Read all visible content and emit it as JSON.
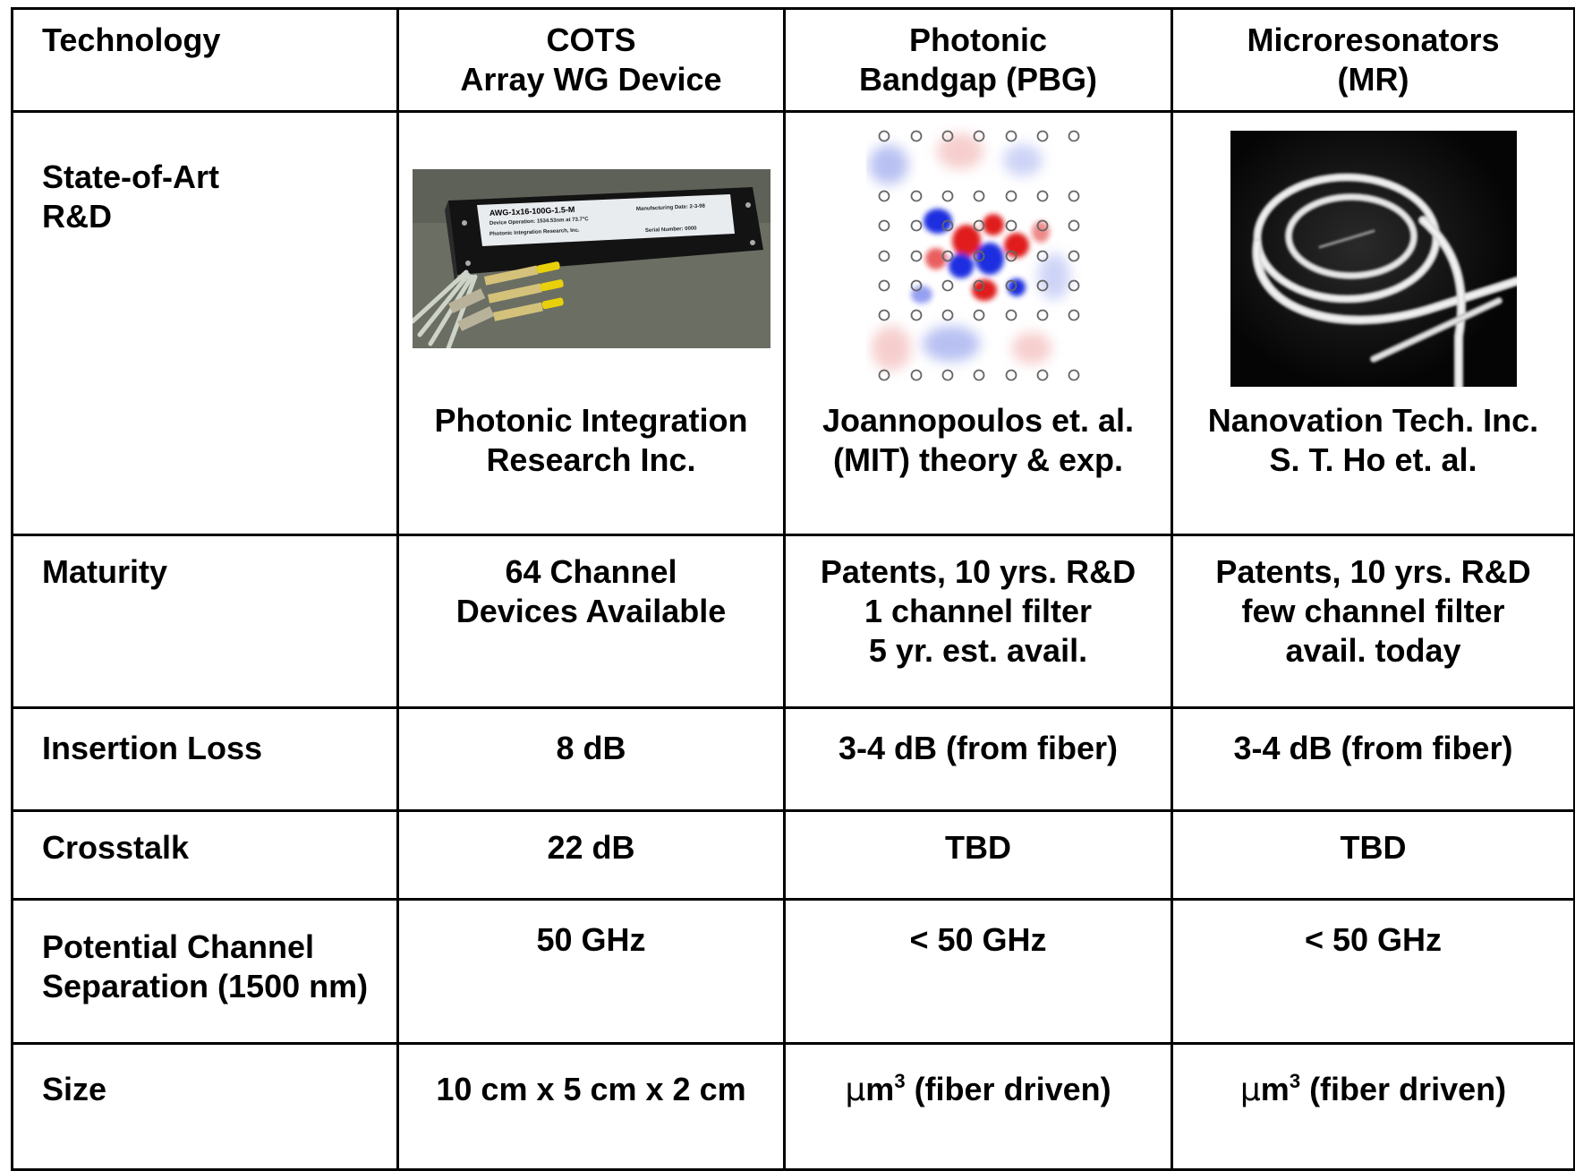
{
  "table": {
    "header": {
      "label": "Technology",
      "cols": [
        [
          "COTS",
          "Array WG Device"
        ],
        [
          "Photonic",
          "Bandgap (PBG)"
        ],
        [
          "Microresonators",
          "(MR)"
        ]
      ]
    },
    "sota": {
      "label": [
        "State-of-Art",
        "R&D"
      ],
      "captions": [
        [
          "Photonic Integration",
          "Research Inc."
        ],
        [
          "Joannopoulos et. al.",
          "(MIT) theory & exp."
        ],
        [
          "Nanovation Tech. Inc.",
          "S. T. Ho et. al."
        ]
      ],
      "device_label": {
        "line1": "AWG-1x16-100G-1.5-M",
        "line2": "Device Operation: 1534.53nm at 73.7°C",
        "line3": "Photonic Integration Research, Inc.",
        "mfg": "Manufacturing Date: 2-3-98",
        "serial": "Serial Number: 0000"
      }
    },
    "maturity": {
      "label": "Maturity",
      "cols": [
        [
          "64 Channel",
          "Devices Available"
        ],
        [
          "Patents, 10 yrs. R&D",
          "1 channel filter",
          "5 yr. est. avail."
        ],
        [
          "Patents, 10 yrs. R&D",
          "few channel filter",
          "avail. today"
        ]
      ]
    },
    "insertion_loss": {
      "label": "Insertion Loss",
      "cols": [
        "8 dB",
        "3-4 dB (from fiber)",
        "3-4 dB (from fiber)"
      ]
    },
    "crosstalk": {
      "label": "Crosstalk",
      "cols": [
        "22 dB",
        "TBD",
        "TBD"
      ]
    },
    "separation": {
      "label": [
        "Potential Channel",
        "Separation (1500 nm)"
      ],
      "cols": [
        "50 GHz",
        "< 50 GHz",
        "< 50 GHz"
      ]
    },
    "size": {
      "label": "Size",
      "col1": "10 cm x 5 cm x 2 cm",
      "mu": "µ",
      "m": "m",
      "exp": "3",
      "suffix": " (fiber driven)"
    }
  },
  "icons": {
    "awg_photo": "awg-device-photo",
    "pbg_field": "photonic-crystal-field-map",
    "mr_sem": "microring-sem-image"
  }
}
